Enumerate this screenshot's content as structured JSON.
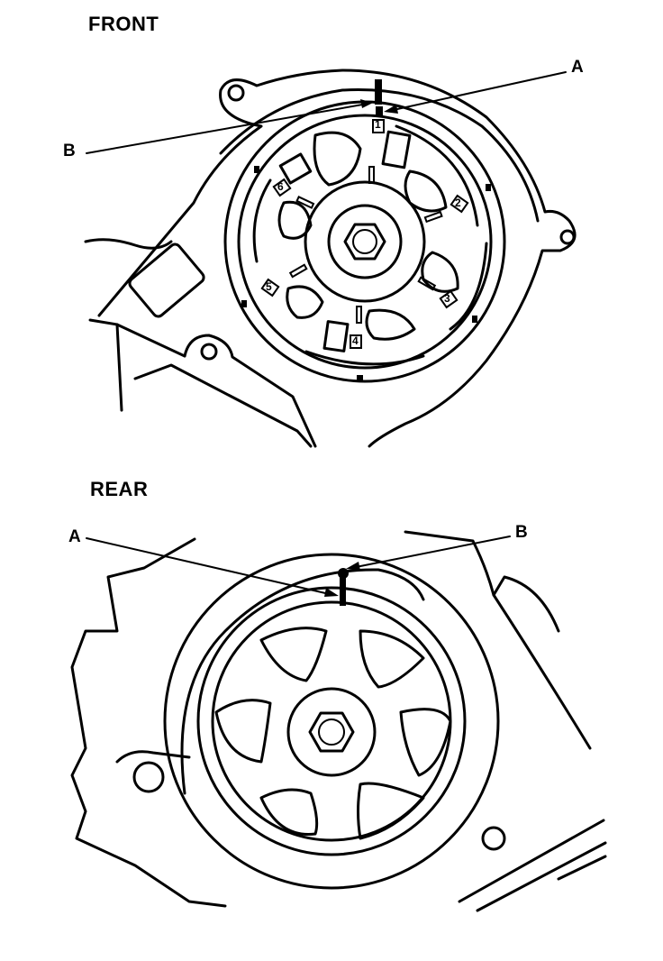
{
  "front": {
    "heading": "FRONT",
    "callout_a": "A",
    "callout_b": "B",
    "tooth_marks": [
      "1",
      "2",
      "3",
      "4",
      "5",
      "6"
    ]
  },
  "rear": {
    "heading": "REAR",
    "callout_a": "A",
    "callout_b": "B"
  }
}
